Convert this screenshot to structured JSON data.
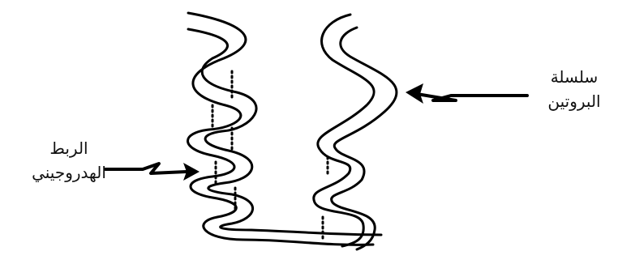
{
  "labels": {
    "protein_chain": {
      "line1": "سلسلة",
      "line2": "البروتين"
    },
    "hydrogen_bond": {
      "line1": "الربط",
      "line2": "الهدروجيني"
    }
  },
  "colors": {
    "stroke": "#000000",
    "background": "#ffffff"
  }
}
